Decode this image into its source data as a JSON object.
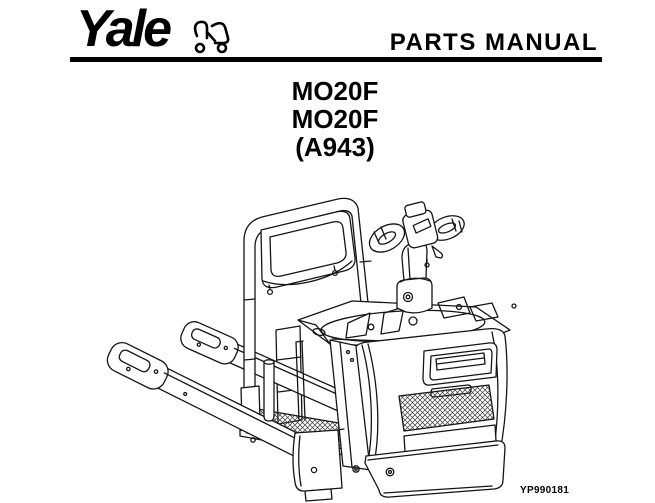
{
  "header": {
    "brand": "Yale",
    "brand_icon": "forklift-icon",
    "title": "PARTS MANUAL"
  },
  "model": {
    "lines": [
      "MO20F",
      "MO20F",
      "(A943)"
    ]
  },
  "figure": {
    "illustration": "electric-pallet-truck-line-drawing",
    "code": "YP990181"
  },
  "colors": {
    "ink": "#000000",
    "paper": "#ffffff"
  }
}
